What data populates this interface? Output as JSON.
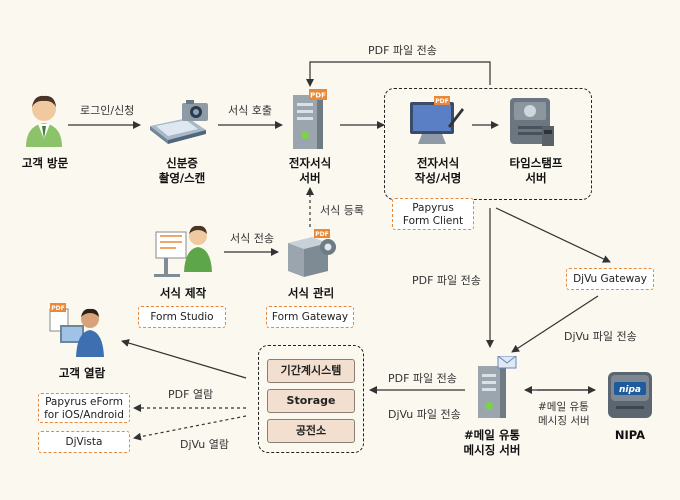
{
  "nodes": {
    "customer_visit": "고객 방문",
    "id_capture": "신분증\n촬영/스캔",
    "eform_server": "전자서식\n서버",
    "eform_write": "전자서식\n작성/서명",
    "timestamp_server": "타임스탬프\n서버",
    "form_create": "서식 제작",
    "form_manage": "서식 관리",
    "customer_view": "고객 열람",
    "mail_server": "#메일 유통\n메시징 서버",
    "nipa": "NIPA"
  },
  "product_boxes": {
    "papyrus_client": "Papyrus\nForm Client",
    "form_studio": "Form Studio",
    "form_gateway": "Form Gateway",
    "djvu_gateway": "DjVu Gateway",
    "papyrus_eform": "Papyrus eForm\nfor iOS/Android",
    "djvista": "DjVista"
  },
  "storage_items": [
    "기간계시스템",
    "Storage",
    "공전소"
  ],
  "edge_labels": {
    "login": "로그인/신청",
    "form_call": "서식 호출",
    "pdf_send_top": "PDF 파일 전송",
    "form_register": "서식 등록",
    "form_send": "서식 전송",
    "pdf_send_mid": "PDF 파일 전송",
    "djvu_send_right": "DjVu 파일 전송",
    "pdf_send_bottom": "PDF 파일 전송",
    "djvu_send_bottom": "DjVu 파일 전송",
    "pdf_view": "PDF 열람",
    "djvu_view": "DjVu 열람",
    "mail_server_label": "#메일 유통\n메시징 서버"
  },
  "icon_labels": {
    "pdf_badge": "PDF",
    "nipa_logo": "nipa"
  },
  "colors": {
    "accent_border": "#e8893a",
    "storage_fill": "#f2dfcf",
    "background": "#fbf8f0"
  }
}
